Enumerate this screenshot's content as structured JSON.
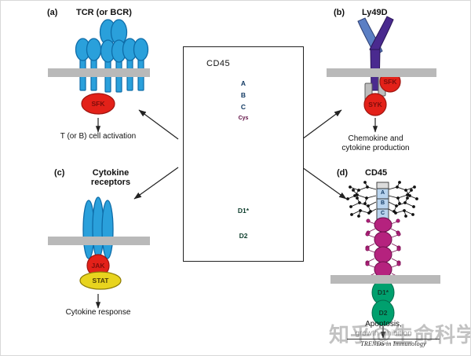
{
  "figure": {
    "credit": "TRENDS in Immunology",
    "watermark_text": "知乎@生命科学的奇迹"
  },
  "center_panel": {
    "title": "CD45",
    "exon_labels": [
      "A",
      "B",
      "C"
    ],
    "cys_label": "Cys",
    "domain_labels": [
      "D1*",
      "D2"
    ]
  },
  "panels": [
    {
      "letter": "(a)",
      "title": "TCR (or BCR)",
      "proteins": [
        {
          "label": "SFK",
          "shape": "ellipse",
          "color": "#E32119"
        }
      ],
      "outcome": "T (or B) cell activation"
    },
    {
      "letter": "(b)",
      "title": "Ly49D",
      "proteins": [
        {
          "label": "SFK",
          "shape": "circle",
          "color": "#E32119"
        },
        {
          "label": "SYK",
          "shape": "circle",
          "color": "#E32119"
        }
      ],
      "outcome": "Chemokine and\ncytokine production",
      "outcome_lines": [
        "Chemokine and",
        "cytokine production"
      ]
    },
    {
      "letter": "(c)",
      "title": "Cytokine\nreceptors",
      "title_lines": [
        "Cytokine",
        "receptors"
      ],
      "proteins": [
        {
          "label": "JAK",
          "shape": "circle",
          "color": "#E32119"
        },
        {
          "label": "STAT",
          "shape": "ellipse",
          "color": "#E8D41E"
        }
      ],
      "outcome": "Cytokine response"
    },
    {
      "letter": "(d)",
      "title": "CD45",
      "exon_labels": [
        "A",
        "B",
        "C"
      ],
      "domain_labels": [
        "D1*",
        "D2"
      ],
      "outcome_lines": [
        "Apoptosis,",
        "growth inhibition"
      ]
    }
  ],
  "colors": {
    "membrane": "#b9b9b9",
    "tcr_blue": "#29A3DC",
    "tcr_outline": "#0E6CA8",
    "ly49d_light": "#5B7FC4",
    "ly49d_dark": "#4A2A8F",
    "cd45_magenta": "#B5227E",
    "cd45_exon_blue": "#B9D4EE",
    "phosphatase_green": "#00A06E",
    "red": "#E32119",
    "yellow": "#E8D41E",
    "arrow": "#222222",
    "box_border": "#222222"
  }
}
